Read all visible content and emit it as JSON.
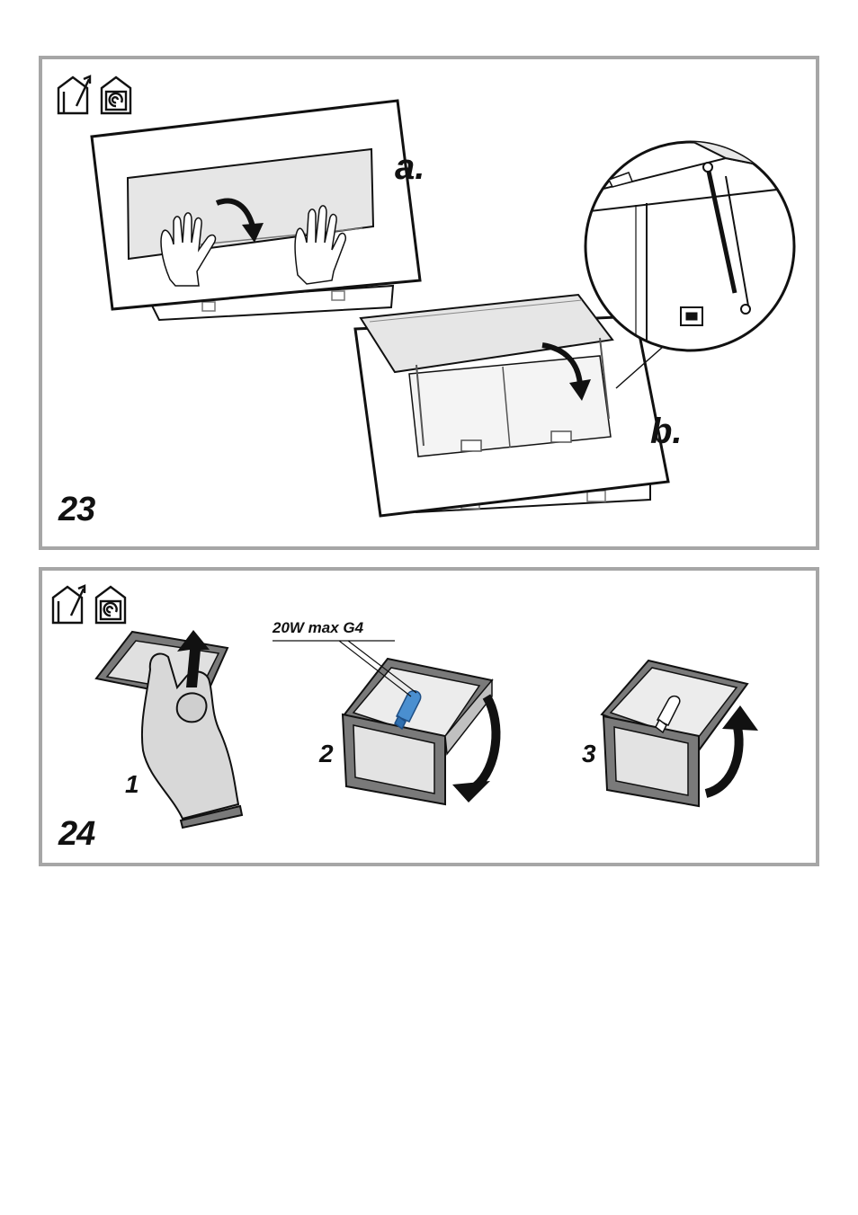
{
  "figures": [
    {
      "number": "23",
      "steps": [
        "a.",
        "b."
      ],
      "icons": [
        "ducted-extraction-icon",
        "recirculation-icon"
      ]
    },
    {
      "number": "24",
      "spec": "20W max G4",
      "steps": [
        "1",
        "2",
        "3"
      ],
      "icons": [
        "ducted-extraction-icon",
        "recirculation-icon"
      ]
    }
  ],
  "colors": {
    "panel_border": "#a6a6a6",
    "bulb_blue": "#4a8fd0",
    "frame_gray": "#7a7a7a",
    "glove_gray": "#d8d8d8"
  }
}
